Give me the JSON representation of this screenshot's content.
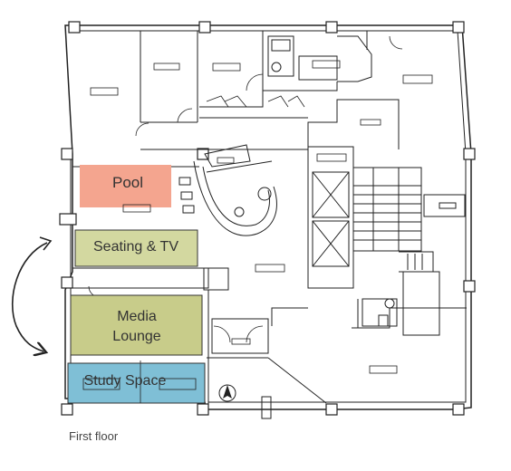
{
  "zones": {
    "pool": {
      "label": "Pool",
      "color": "#f4a58f"
    },
    "seating": {
      "label": "Seating & TV",
      "color": "#d3d8a0"
    },
    "media_line1": "Media",
    "media_line2": "Lounge",
    "media_color": "#c8cc8a",
    "study": {
      "label": "Study Space",
      "color": "#7fbfd6"
    }
  },
  "caption": "First floor",
  "icons": [
    "north-arrow-icon",
    "curved-arrow-icon"
  ]
}
